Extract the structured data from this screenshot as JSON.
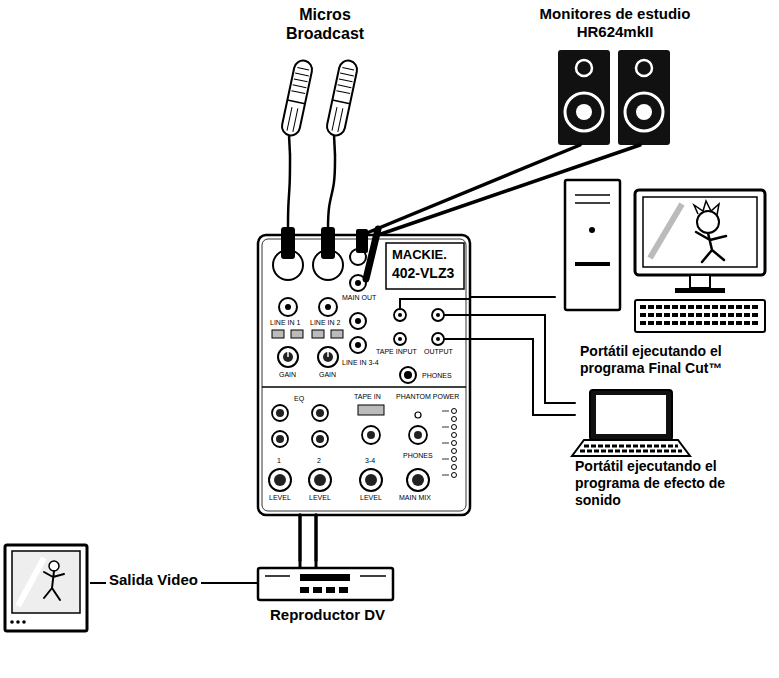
{
  "diagram": {
    "nodes": [
      {
        "text": [
          "Micros Broadcast"
        ]
      },
      {
        "text": [
          "Monitores de estudio HR624mkII"
        ]
      },
      {
        "text": [
          "MACKIE.",
          "402-VLZ3"
        ]
      },
      {
        "text": [
          "Portátil ejecutando el programa Final Cut™"
        ]
      },
      {
        "text": [
          "Portátil ejecutando el programa de efecto de sonido"
        ]
      },
      {
        "text": [
          "Reproductor DV"
        ]
      }
    ],
    "edges": [
      {
        "from": 0,
        "to": 2,
        "arrow": "none"
      },
      {
        "from": 0,
        "to": 2,
        "arrow": "none"
      },
      {
        "from": 2,
        "to": 1,
        "arrow": "none"
      },
      {
        "from": 2,
        "to": 1,
        "arrow": "none"
      },
      {
        "from": 2,
        "to": 3,
        "arrow": "none"
      },
      {
        "from": 2,
        "to": 4,
        "arrow": "none"
      },
      {
        "from": 2,
        "to": 4,
        "arrow": "none"
      },
      {
        "from": 5,
        "to": 2,
        "arrow": "none"
      },
      {
        "from": 5,
        "to": 2,
        "arrow": "none"
      }
    ],
    "labels": [
      "LINE IN 1",
      "LINE IN 2",
      "GAIN",
      "GAIN",
      "MAIN OUT",
      "LINE IN 3-4",
      "TAPE INPUT",
      "OUTPUT",
      "PHONES",
      "EQ",
      "TAPE IN",
      "PHANTOM POWER",
      "1",
      "2",
      "3-4",
      "PHONES",
      "LEVEL",
      "LEVEL",
      "LEVEL",
      "MAIN MIX",
      "Salida Video"
    ]
  }
}
